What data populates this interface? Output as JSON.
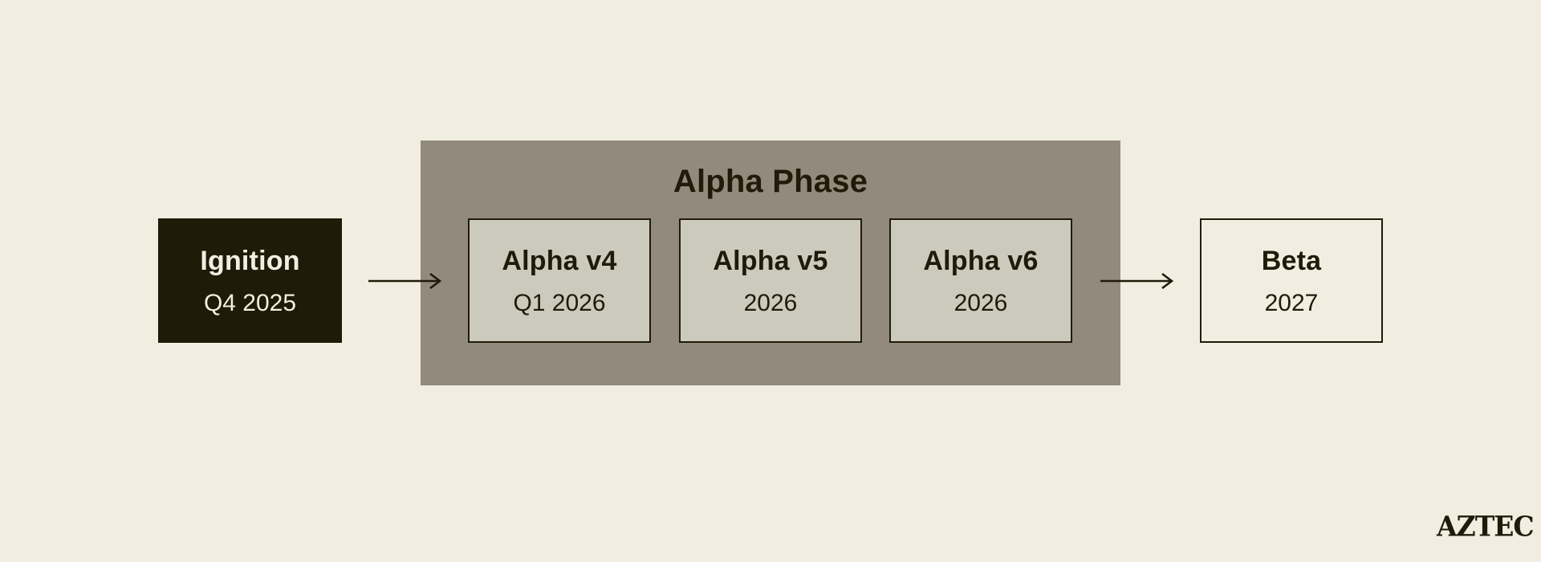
{
  "palette": {
    "background": "#f1ede0",
    "dark": "#201a08",
    "phase_container_bg": "#928a7d",
    "subnode_bg": "#cccabc",
    "light_text": "#f2eee2"
  },
  "diagram": {
    "start_node": {
      "title": "Ignition",
      "subtitle": "Q4 2025"
    },
    "phase": {
      "title": "Alpha Phase",
      "children": [
        {
          "title": "Alpha v4",
          "subtitle": "Q1 2026"
        },
        {
          "title": "Alpha v5",
          "subtitle": "2026"
        },
        {
          "title": "Alpha v6",
          "subtitle": "2026"
        }
      ]
    },
    "end_node": {
      "title": "Beta",
      "subtitle": "2027"
    }
  },
  "logo": {
    "text": "AZTEC"
  }
}
